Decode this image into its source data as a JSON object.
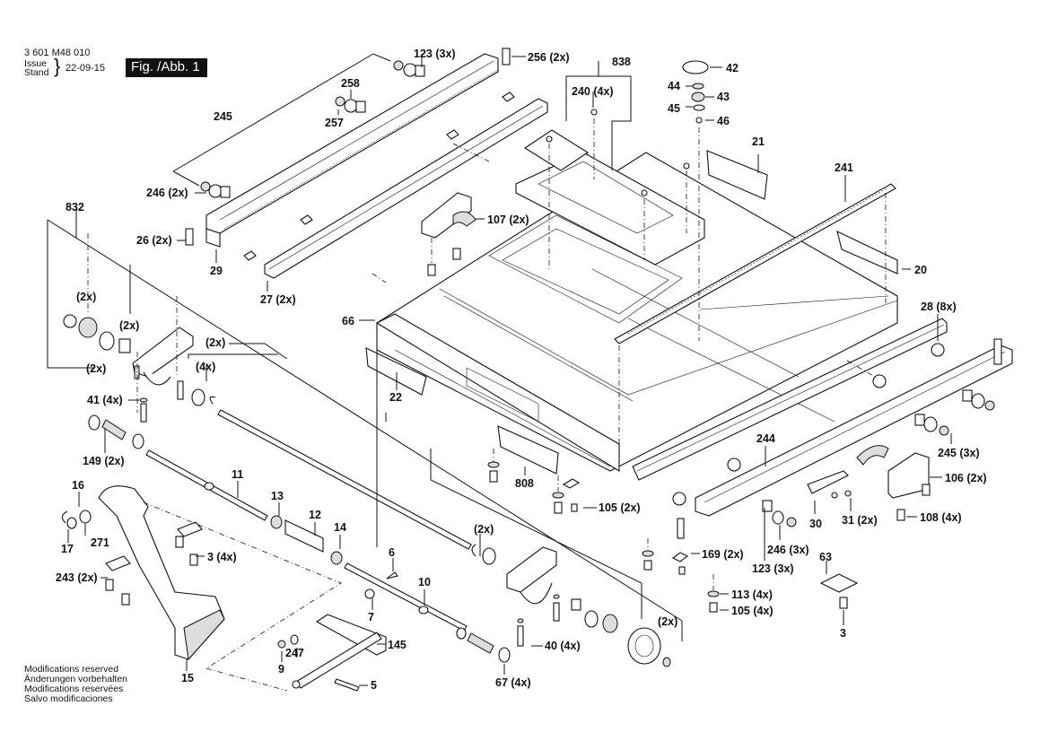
{
  "header": {
    "document_number": "3 601 M48 010",
    "issue_label_en": "Issue",
    "issue_label_de": "Stand",
    "issue_date": "22-09-15",
    "figure_badge": "Fig. /Abb. 1"
  },
  "footer": {
    "notes": [
      "Modifications reserved",
      "Änderungen vorbehalten",
      "Modifications reservées",
      "Salvo modificaciones"
    ]
  },
  "callouts": [
    {
      "id": "c123a",
      "text": "123 (3x)"
    },
    {
      "id": "c256",
      "text": "256 (2x)"
    },
    {
      "id": "c838",
      "text": "838"
    },
    {
      "id": "c42",
      "text": "42"
    },
    {
      "id": "c44",
      "text": "44"
    },
    {
      "id": "c43",
      "text": "43"
    },
    {
      "id": "c45",
      "text": "45"
    },
    {
      "id": "c46",
      "text": "46"
    },
    {
      "id": "c240",
      "text": "240 (4x)"
    },
    {
      "id": "c258",
      "text": "258"
    },
    {
      "id": "c257",
      "text": "257"
    },
    {
      "id": "c245a",
      "text": "245"
    },
    {
      "id": "c21",
      "text": "21"
    },
    {
      "id": "c241",
      "text": "241"
    },
    {
      "id": "c246a",
      "text": "246 (2x)"
    },
    {
      "id": "c107",
      "text": "107 (2x)"
    },
    {
      "id": "c832",
      "text": "832"
    },
    {
      "id": "c26",
      "text": "26 (2x)"
    },
    {
      "id": "c29",
      "text": "29"
    },
    {
      "id": "c27",
      "text": "27 (2x)"
    },
    {
      "id": "c20",
      "text": "20"
    },
    {
      "id": "c2x_a",
      "text": "(2x)"
    },
    {
      "id": "c2x_b",
      "text": "(2x)"
    },
    {
      "id": "c2x_c",
      "text": "(2x)"
    },
    {
      "id": "c2x_d",
      "text": "(2x)"
    },
    {
      "id": "c4x_a",
      "text": "(4x)"
    },
    {
      "id": "c66",
      "text": "66"
    },
    {
      "id": "c28",
      "text": "28 (8x)"
    },
    {
      "id": "c22",
      "text": "22"
    },
    {
      "id": "c41",
      "text": "41 (4x)"
    },
    {
      "id": "c149",
      "text": "149 (2x)"
    },
    {
      "id": "c245b",
      "text": "245 (3x)"
    },
    {
      "id": "c244",
      "text": "244"
    },
    {
      "id": "c106",
      "text": "106 (2x)"
    },
    {
      "id": "c11",
      "text": "11"
    },
    {
      "id": "c808",
      "text": "808"
    },
    {
      "id": "c16",
      "text": "16"
    },
    {
      "id": "c13",
      "text": "13"
    },
    {
      "id": "c105a",
      "text": "105 (2x)"
    },
    {
      "id": "c30",
      "text": "30"
    },
    {
      "id": "c31",
      "text": "31 (2x)"
    },
    {
      "id": "c108",
      "text": "108 (4x)"
    },
    {
      "id": "c12",
      "text": "12"
    },
    {
      "id": "c14",
      "text": "14"
    },
    {
      "id": "c17",
      "text": "17"
    },
    {
      "id": "c271",
      "text": "271"
    },
    {
      "id": "c3a",
      "text": "3 (4x)"
    },
    {
      "id": "c2x_e",
      "text": "(2x)"
    },
    {
      "id": "c246b",
      "text": "246 (3x)"
    },
    {
      "id": "c169",
      "text": "169 (2x)"
    },
    {
      "id": "c123b",
      "text": "123 (3x)"
    },
    {
      "id": "c63",
      "text": "63"
    },
    {
      "id": "c243",
      "text": "243 (2x)"
    },
    {
      "id": "c6",
      "text": "6"
    },
    {
      "id": "c10",
      "text": "10"
    },
    {
      "id": "c113",
      "text": "113 (4x)"
    },
    {
      "id": "c105b",
      "text": "105 (4x)"
    },
    {
      "id": "c7",
      "text": "7"
    },
    {
      "id": "c2x_f",
      "text": "(2x)"
    },
    {
      "id": "c3b",
      "text": "3"
    },
    {
      "id": "c145",
      "text": "145"
    },
    {
      "id": "c40",
      "text": "40 (4x)"
    },
    {
      "id": "c247",
      "text": "247"
    },
    {
      "id": "c9",
      "text": "9"
    },
    {
      "id": "c15",
      "text": "15"
    },
    {
      "id": "c5",
      "text": "5"
    },
    {
      "id": "c67",
      "text": "67 (4x)"
    }
  ]
}
